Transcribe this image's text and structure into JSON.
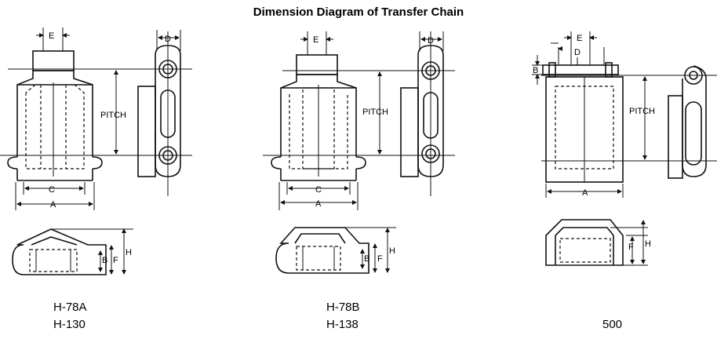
{
  "title": "Dimension Diagram of Transfer Chain",
  "dimension_letters": {
    "a": "A",
    "b": "B",
    "c": "C",
    "d": "D",
    "e": "E",
    "f": "F",
    "h": "H",
    "pitch": "PITCH"
  },
  "groups": [
    {
      "caption_line1": "H-78A",
      "caption_line2": "H-130"
    },
    {
      "caption_line1": "H-78B",
      "caption_line2": "H-138"
    },
    {
      "caption_line1": "500",
      "caption_line2": ""
    }
  ]
}
